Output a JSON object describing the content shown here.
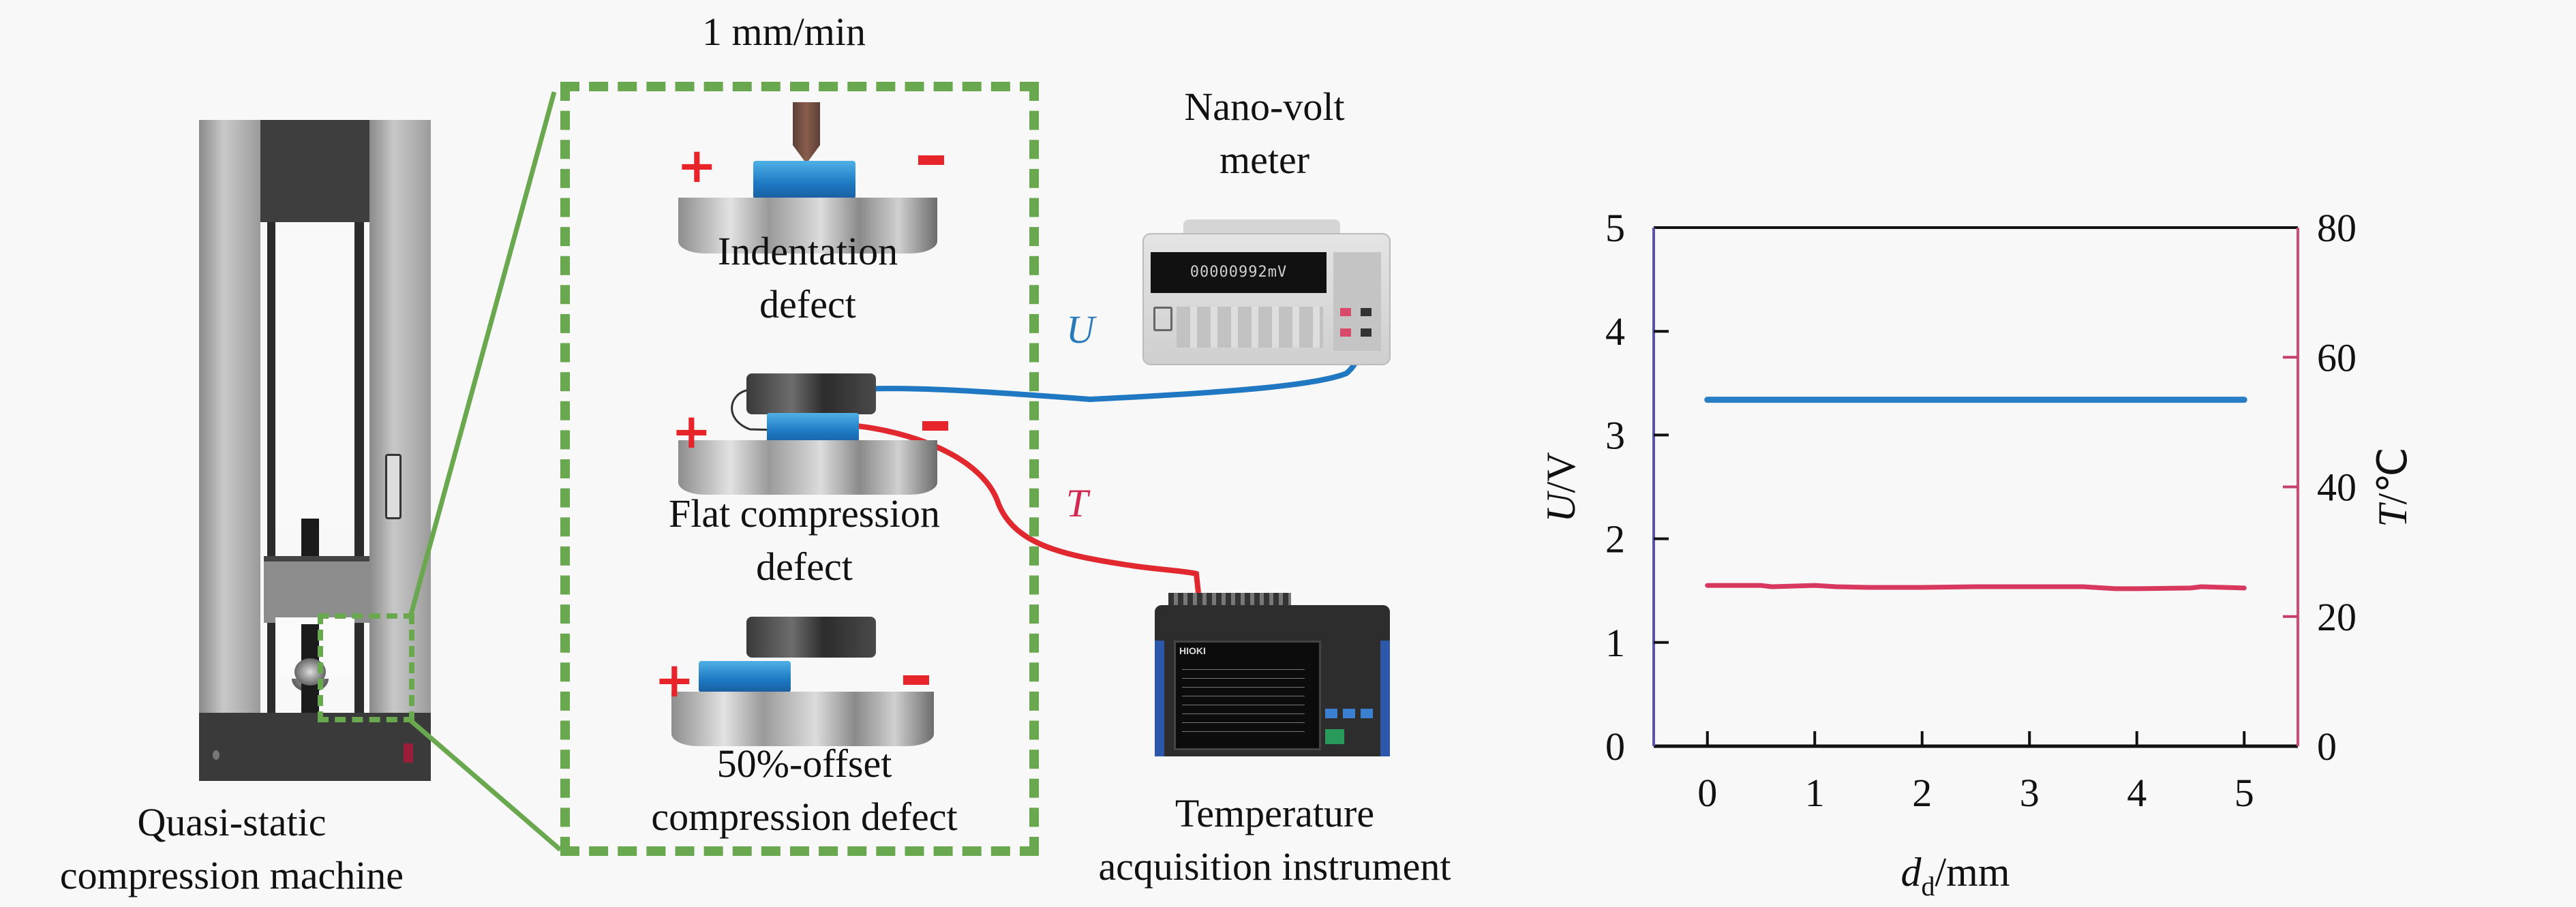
{
  "figure": {
    "speed_label": "1 mm/min",
    "machine_label_line1": "Quasi-static",
    "machine_label_line2": "compression machine",
    "defects": [
      {
        "line1": "Indentation",
        "line2": "defect"
      },
      {
        "line1": "Flat compression",
        "line2": "defect"
      },
      {
        "line1": "50%-offset",
        "line2": "compression defect"
      }
    ],
    "polarity": {
      "plus": "+",
      "minus": "−"
    },
    "voltmeter": {
      "label_line1": "Nano-volt",
      "label_line2": "meter",
      "display_reading": "00000992mV"
    },
    "temp_instrument": {
      "label_line1": "Temperature",
      "label_line2": "acquisition instrument",
      "brand": "HIOKI"
    },
    "wire_labels": {
      "voltage": "U",
      "temperature": "T"
    },
    "colors": {
      "dash_box": "#6aa84f",
      "voltage_wire": "#1f78c1",
      "temperature_wire": "#e0282e",
      "polarity": "#e8242b"
    }
  },
  "chart_data": {
    "type": "line",
    "title": "",
    "xlabel": "d_d/mm",
    "xlabel_main": "d",
    "xlabel_sub": "d",
    "xlabel_unit": "/mm",
    "ylabel_left": "U/V",
    "ylabel_left_var": "U",
    "ylabel_left_unit": "/V",
    "ylabel_right": "T/℃",
    "ylabel_right_var": "T",
    "ylabel_right_unit": "/℃",
    "xlim": [
      -0.5,
      5.5
    ],
    "ylim_left": [
      0,
      5
    ],
    "ylim_right": [
      0,
      80
    ],
    "x_ticks": [
      "0",
      "1",
      "2",
      "3",
      "4",
      "5"
    ],
    "y_left_ticks": [
      "0",
      "1",
      "2",
      "3",
      "4",
      "5"
    ],
    "y_right_ticks": [
      "0",
      "20",
      "40",
      "60",
      "80"
    ],
    "grid": false,
    "legend": "none",
    "series": [
      {
        "name": "U",
        "axis": "left",
        "color": "#2a7fc4",
        "x": [
          0,
          0.5,
          1,
          1.5,
          2,
          2.5,
          3,
          3.5,
          4,
          4.5,
          5
        ],
        "values": [
          3.34,
          3.34,
          3.34,
          3.34,
          3.34,
          3.34,
          3.34,
          3.34,
          3.34,
          3.34,
          3.34
        ]
      },
      {
        "name": "T",
        "axis": "right",
        "color": "#d9385e",
        "x": [
          0,
          0.5,
          0.6,
          1,
          1.2,
          1.5,
          2,
          2.5,
          3,
          3.5,
          3.8,
          4,
          4.5,
          4.6,
          5
        ],
        "values": [
          24.8,
          24.8,
          24.6,
          24.8,
          24.6,
          24.5,
          24.5,
          24.6,
          24.6,
          24.6,
          24.3,
          24.3,
          24.4,
          24.6,
          24.4
        ]
      }
    ]
  }
}
